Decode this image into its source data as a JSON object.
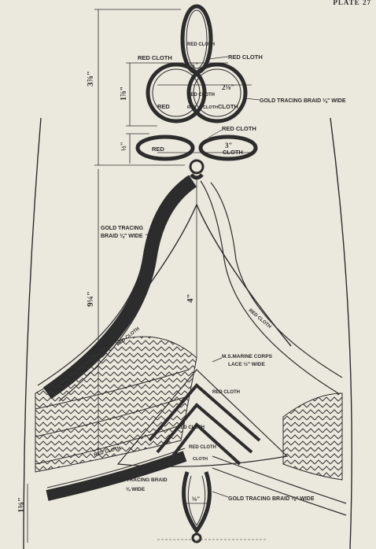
{
  "plate_header": "PLATE 27",
  "dimensions": {
    "top_height": "3⅞\"",
    "ring_height": "1⅞\"",
    "base_gap": "½\"",
    "bottom_gap": "1⅜\"",
    "main_height": "9¼\"",
    "center_height": "4\"",
    "loop_width": "⅞\"",
    "ring_width": "2⅛\"",
    "bow_width": "3\"",
    "small_width": "⅜\""
  },
  "labels": {
    "red_cloth_1": "RED CLOTH",
    "red_cloth_2": "RED CLOTH",
    "red_cloth_3": "RED CLOTH",
    "red_cloth_4": "RED CLOTH",
    "red_cloth_5": "RED CLOTH",
    "red_1": "RED",
    "red_2": "RED",
    "red_3": "RED",
    "cloth_1": "CLOTH",
    "cloth_2": "CLOTH",
    "cloth_3": "CLOTH",
    "cloth_4": "CLOTH",
    "gold_braid_top": "GOLD TRACING BRAID ⅛\" WIDE",
    "gold_braid_left_1": "GOLD TRACING",
    "gold_braid_left_2": "BRAID ⅛\" WIDE",
    "marine_lace_1": "M.S.MARINE CORPS",
    "marine_lace_2": "LACE ½\" WIDE",
    "gold_braid_bottom_left_1": "GOLD TRACING BRAID",
    "gold_braid_bottom_left_2": "⅛ WIDE",
    "gold_braid_bottom_right": "GOLD TRACING BRAID ⅛\" WIDE",
    "red_cloth_left_strip": "RED CLOTH",
    "red_cloth_right_strip": "RED CLOTH",
    "red_cloth_center_1": "RED CLOTH",
    "red_cloth_center_2": "RED CLOTH",
    "red_cloth_center_3": "RED CLOTH",
    "red_cloth_bottom": "RED CLOTH"
  },
  "colors": {
    "paper": "#ebe8dd",
    "ink": "#2c2c2c"
  }
}
